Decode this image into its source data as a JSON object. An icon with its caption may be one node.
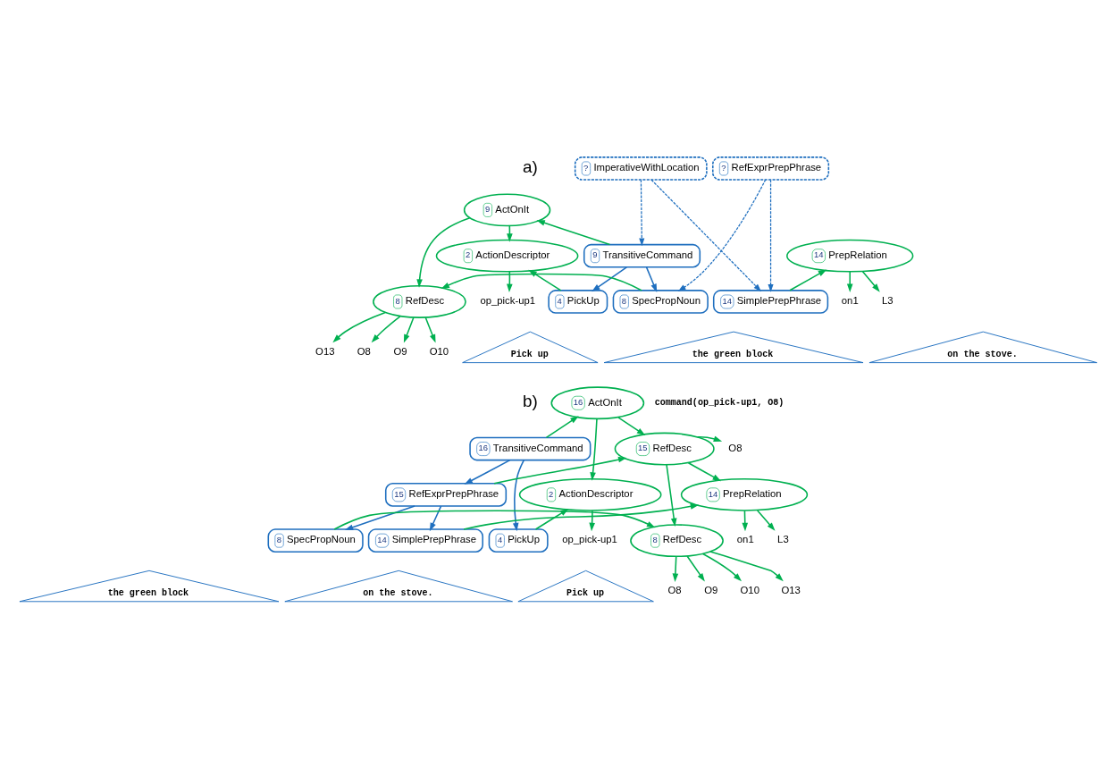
{
  "diagram": {
    "nodes": [
      {
        "text": [
          "?",
          "ImperativeWithLocation"
        ]
      },
      {
        "text": [
          "?",
          "RefExprPrepPhrase"
        ]
      },
      {
        "text": [
          "9",
          "ActOnIt"
        ]
      },
      {
        "text": [
          "2",
          "ActionDescriptor"
        ]
      },
      {
        "text": [
          "9",
          "TransitiveCommand"
        ]
      },
      {
        "text": [
          "op_pick-up1"
        ]
      },
      {
        "text": [
          "4",
          "PickUp"
        ]
      },
      {
        "text": [
          "8",
          "SpecPropNoun"
        ]
      },
      {
        "text": [
          "8",
          "RefDesc"
        ]
      },
      {
        "text": [
          "14",
          "SimplePrepPhrase"
        ]
      },
      {
        "text": [
          "14",
          "PrepRelation"
        ]
      },
      {
        "text": [
          "on1"
        ]
      },
      {
        "text": [
          "L3"
        ]
      },
      {
        "text": [
          "O8"
        ]
      },
      {
        "text": [
          "O9"
        ]
      },
      {
        "text": [
          "O10"
        ]
      },
      {
        "text": [
          "O13"
        ]
      },
      {
        "text": [
          "Pick up"
        ]
      },
      {
        "text": [
          "the green block"
        ]
      },
      {
        "text": [
          "on the stove."
        ]
      },
      {
        "text": [
          "16",
          "ActOnIt"
        ]
      },
      {
        "text": [
          "16",
          "TransitiveCommand"
        ]
      },
      {
        "text": [
          "15",
          "RefDesc"
        ]
      },
      {
        "text": [
          "O8"
        ]
      },
      {
        "text": [
          "15",
          "RefExprPrepPhrase"
        ]
      },
      {
        "text": [
          "14",
          "PrepRelation"
        ]
      },
      {
        "text": [
          "2",
          "ActionDescriptor"
        ]
      },
      {
        "text": [
          "op_pick-up1"
        ]
      },
      {
        "text": [
          "4",
          "PickUp"
        ]
      },
      {
        "text": [
          "8",
          "SpecPropNoun"
        ]
      },
      {
        "text": [
          "8",
          "RefDesc"
        ]
      },
      {
        "text": [
          "14",
          "SimplePrepPhrase"
        ]
      },
      {
        "text": [
          "on1"
        ]
      },
      {
        "text": [
          "L3"
        ]
      },
      {
        "text": [
          "O8"
        ]
      },
      {
        "text": [
          "O9"
        ]
      },
      {
        "text": [
          "O10"
        ]
      },
      {
        "text": [
          "O13"
        ]
      },
      {
        "text": [
          "Pick up"
        ]
      },
      {
        "text": [
          "the green block"
        ]
      },
      {
        "text": [
          "on the stove."
        ]
      }
    ],
    "edges": [
      {
        "from": 0,
        "to": 4,
        "arrow": "to",
        "style": "dashed",
        "color": "#1f6fbf"
      },
      {
        "from": 0,
        "to": 9,
        "arrow": "to",
        "style": "dashed",
        "color": "#1f6fbf"
      },
      {
        "from": 1,
        "to": 7,
        "arrow": "to",
        "style": "dashed",
        "color": "#1f6fbf"
      },
      {
        "from": 1,
        "to": 9,
        "arrow": "to",
        "style": "dashed",
        "color": "#1f6fbf"
      },
      {
        "from": 2,
        "to": 3,
        "arrow": "to"
      },
      {
        "from": 2,
        "to": 8,
        "arrow": "to"
      },
      {
        "from": 4,
        "to": 2,
        "arrow": "to"
      },
      {
        "from": 4,
        "to": 6,
        "arrow": "to",
        "color": "#1f6fbf"
      },
      {
        "from": 4,
        "to": 7,
        "arrow": "to",
        "color": "#1f6fbf"
      },
      {
        "from": 3,
        "to": 5,
        "arrow": "to"
      },
      {
        "from": 6,
        "to": 3,
        "arrow": "to"
      },
      {
        "from": 7,
        "to": 8,
        "arrow": "to"
      },
      {
        "from": 9,
        "to": 10,
        "arrow": "to"
      },
      {
        "from": 10,
        "to": 11,
        "arrow": "to"
      },
      {
        "from": 10,
        "to": 12,
        "arrow": "to"
      },
      {
        "from": 8,
        "to": 13,
        "arrow": "to"
      },
      {
        "from": 8,
        "to": 14,
        "arrow": "to"
      },
      {
        "from": 8,
        "to": 15,
        "arrow": "to"
      },
      {
        "from": 8,
        "to": 16,
        "arrow": "to"
      },
      {
        "from": 20,
        "to": 26,
        "arrow": "to"
      },
      {
        "from": 21,
        "to": 20,
        "arrow": "to"
      },
      {
        "from": 20,
        "to": 22,
        "arrow": "to"
      },
      {
        "from": 22,
        "to": 23,
        "arrow": "to"
      },
      {
        "from": 21,
        "to": 24,
        "arrow": "to",
        "color": "#1f6fbf"
      },
      {
        "from": 24,
        "to": 22,
        "arrow": "to"
      },
      {
        "from": 22,
        "to": 25,
        "arrow": "to"
      },
      {
        "from": 21,
        "to": 28,
        "arrow": "to",
        "color": "#1f6fbf"
      },
      {
        "from": 22,
        "to": 30,
        "arrow": "to"
      },
      {
        "from": 24,
        "to": 29,
        "arrow": "to",
        "color": "#1f6fbf"
      },
      {
        "from": 24,
        "to": 31,
        "arrow": "to",
        "color": "#1f6fbf"
      },
      {
        "from": 26,
        "to": 27,
        "arrow": "to"
      },
      {
        "from": 28,
        "to": 26,
        "arrow": "to"
      },
      {
        "from": 29,
        "to": 30,
        "arrow": "to"
      },
      {
        "from": 31,
        "to": 25,
        "arrow": "to"
      },
      {
        "from": 25,
        "to": 32,
        "arrow": "to"
      },
      {
        "from": 25,
        "to": 33,
        "arrow": "to"
      },
      {
        "from": 30,
        "to": 34,
        "arrow": "to"
      },
      {
        "from": 30,
        "to": 35,
        "arrow": "to"
      },
      {
        "from": 30,
        "to": 36,
        "arrow": "to"
      },
      {
        "from": 30,
        "to": 37,
        "arrow": "to"
      }
    ],
    "labels": [
      "a)",
      "b)",
      "command(op_pick-up1, O8)"
    ]
  }
}
